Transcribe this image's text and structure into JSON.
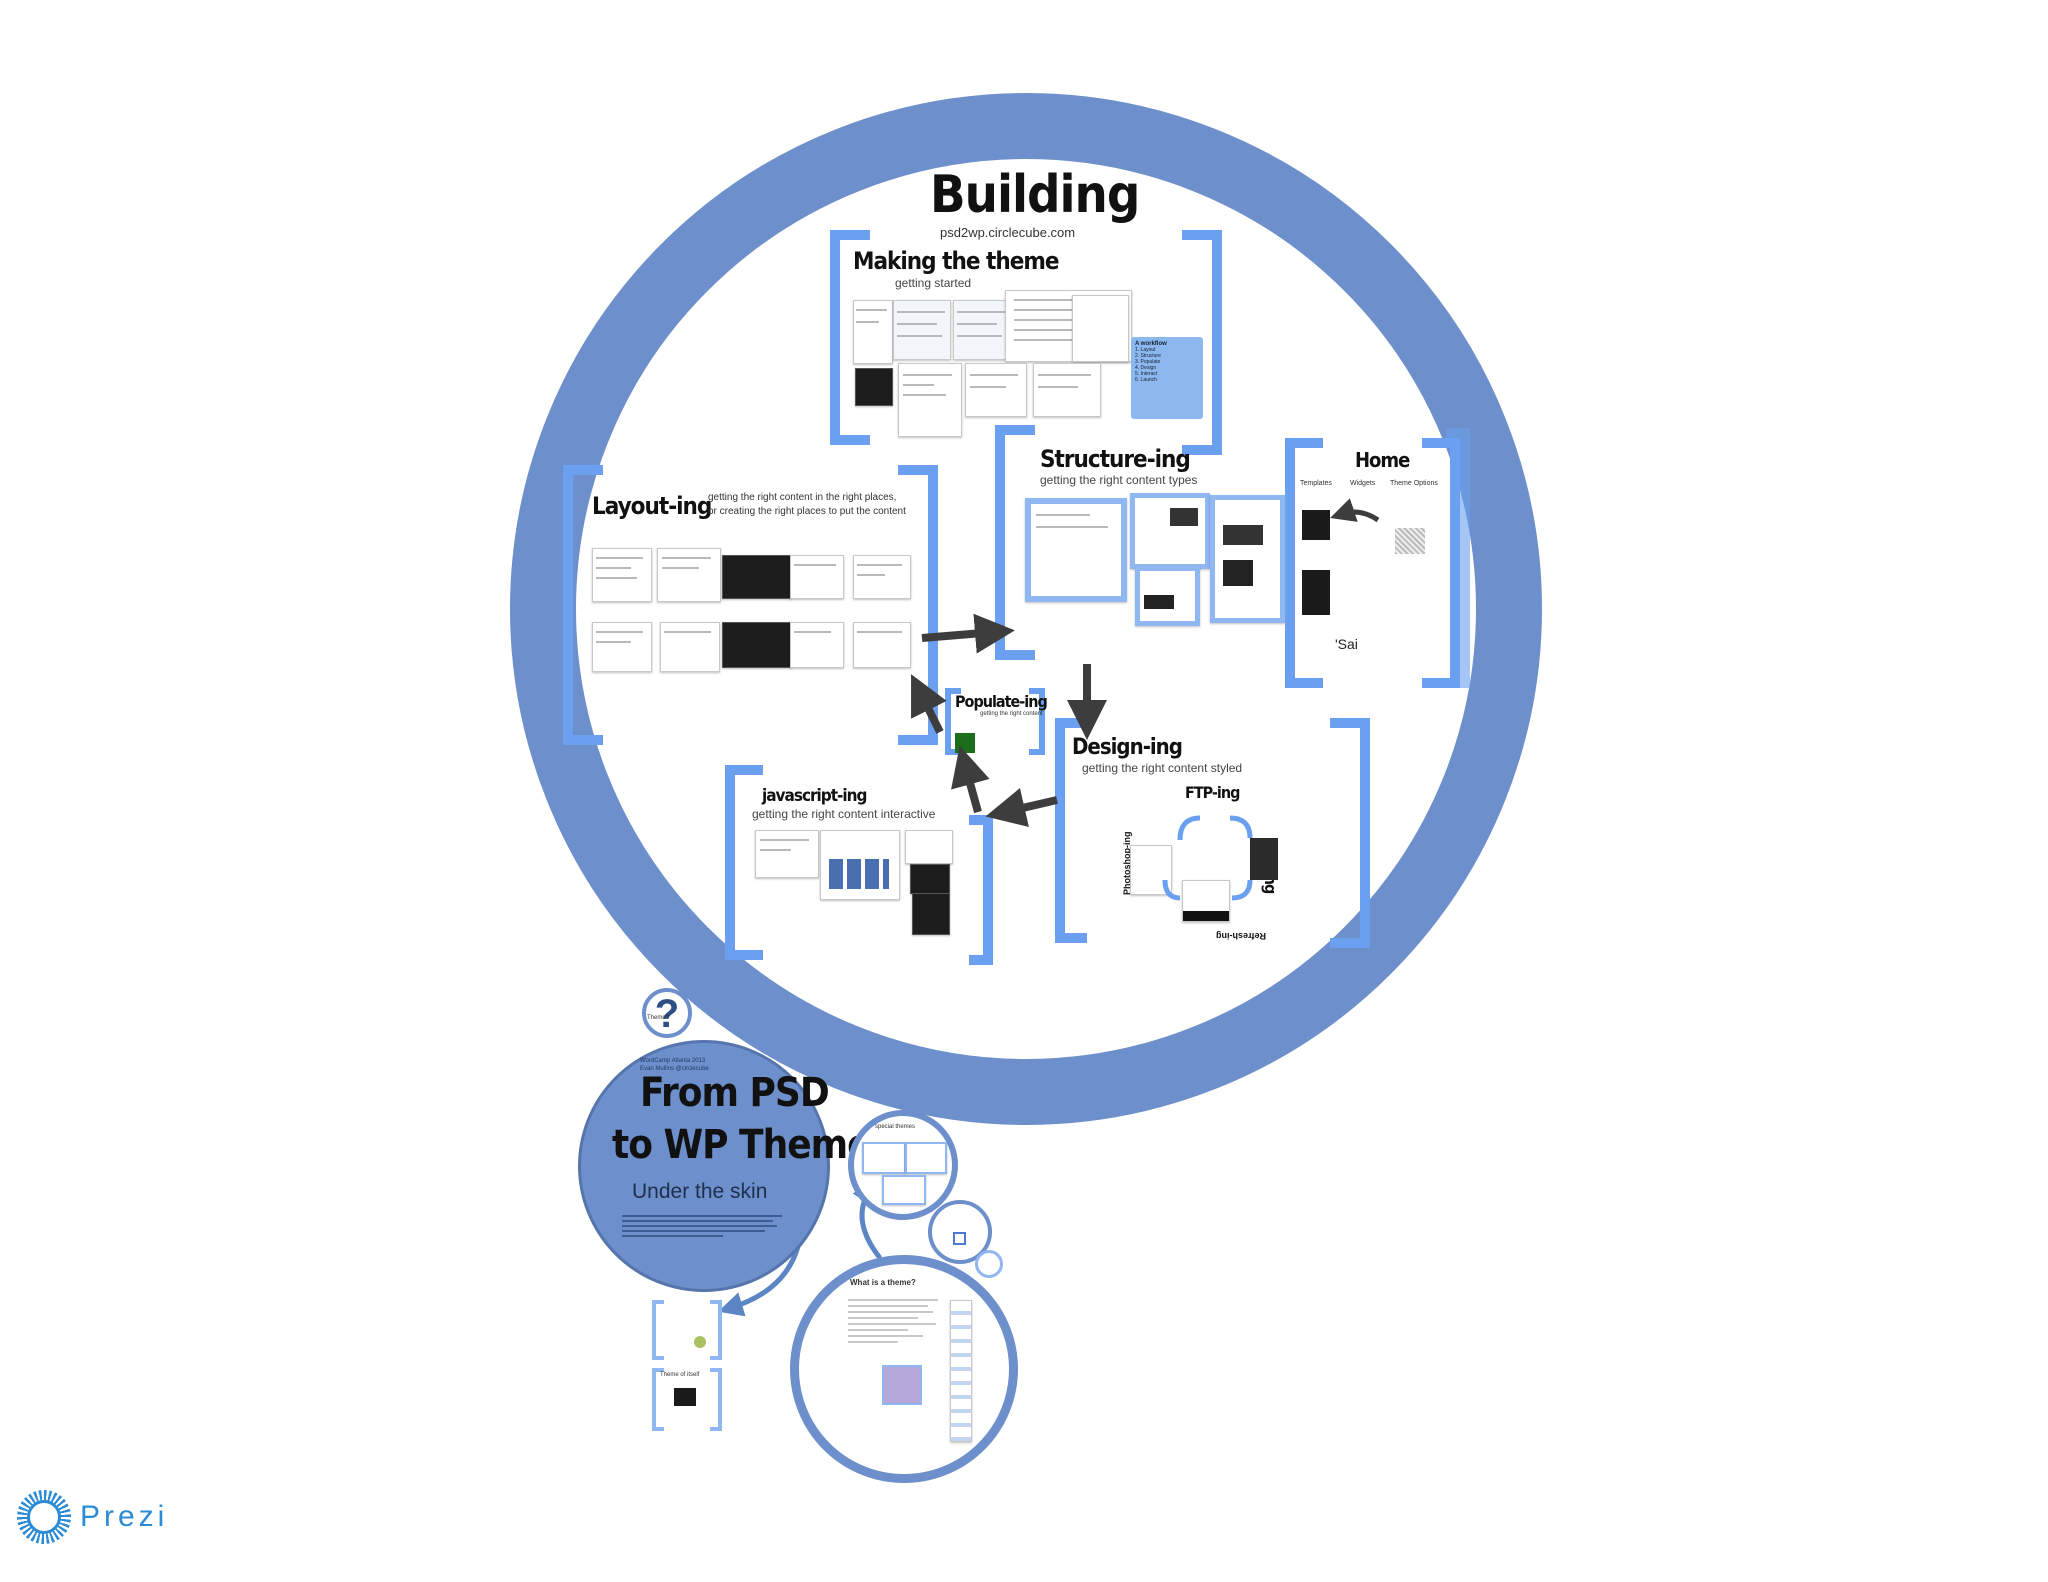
{
  "canvas": {
    "bg": "#ffffff",
    "ring_color": "#6d8fcb",
    "bracket_color": "#6aa0ef",
    "arrow_color": "#3d3d3d"
  },
  "building": {
    "title": "Building",
    "url": "psd2wp.circlecube.com"
  },
  "making": {
    "title": "Making the theme",
    "subtitle": "getting started",
    "note_title": "A workflow",
    "note_items": [
      "1. Layout",
      "2. Structure",
      "3. Populate",
      "4. Design",
      "5. Interact",
      "6. Launch"
    ]
  },
  "layout": {
    "title": "Layout-ing",
    "desc_line1": "getting the right content in the right places,",
    "desc_line2": "or creating the right places to put the content"
  },
  "structure": {
    "title": "Structure-ing",
    "subtitle": "getting the right content types"
  },
  "home": {
    "title": "Home",
    "tab1": "Templates",
    "tab2": "Widgets",
    "tab3": "Theme Options",
    "snippet": "'Sai"
  },
  "populate": {
    "title": "Populate-ing",
    "subtitle": "getting the right content"
  },
  "design": {
    "title": "Design-ing",
    "subtitle": "getting the right content styled",
    "ftp": "FTP-ing",
    "css": "CSS-ing",
    "photoshop": "Photoshop-ing",
    "refresh": "Refresh-ing"
  },
  "javascript": {
    "title": "javascript-ing",
    "subtitle": "getting the right content interactive"
  },
  "intro": {
    "small_lines": [
      "WordCamp Atlanta 2013",
      "Evan Mullins @circlecube"
    ],
    "title_line1": "From PSD",
    "title_line2": "to WP Theme",
    "subtitle": "Under the skin",
    "question": "?",
    "question_label": "Theme?"
  },
  "lower": {
    "what_theme": "What is a theme?",
    "special_themes": "special themes",
    "theme_of_itself": "Theme of itself"
  },
  "branding": {
    "logo_text": "Prezi",
    "logo_color": "#2b8bd6"
  }
}
